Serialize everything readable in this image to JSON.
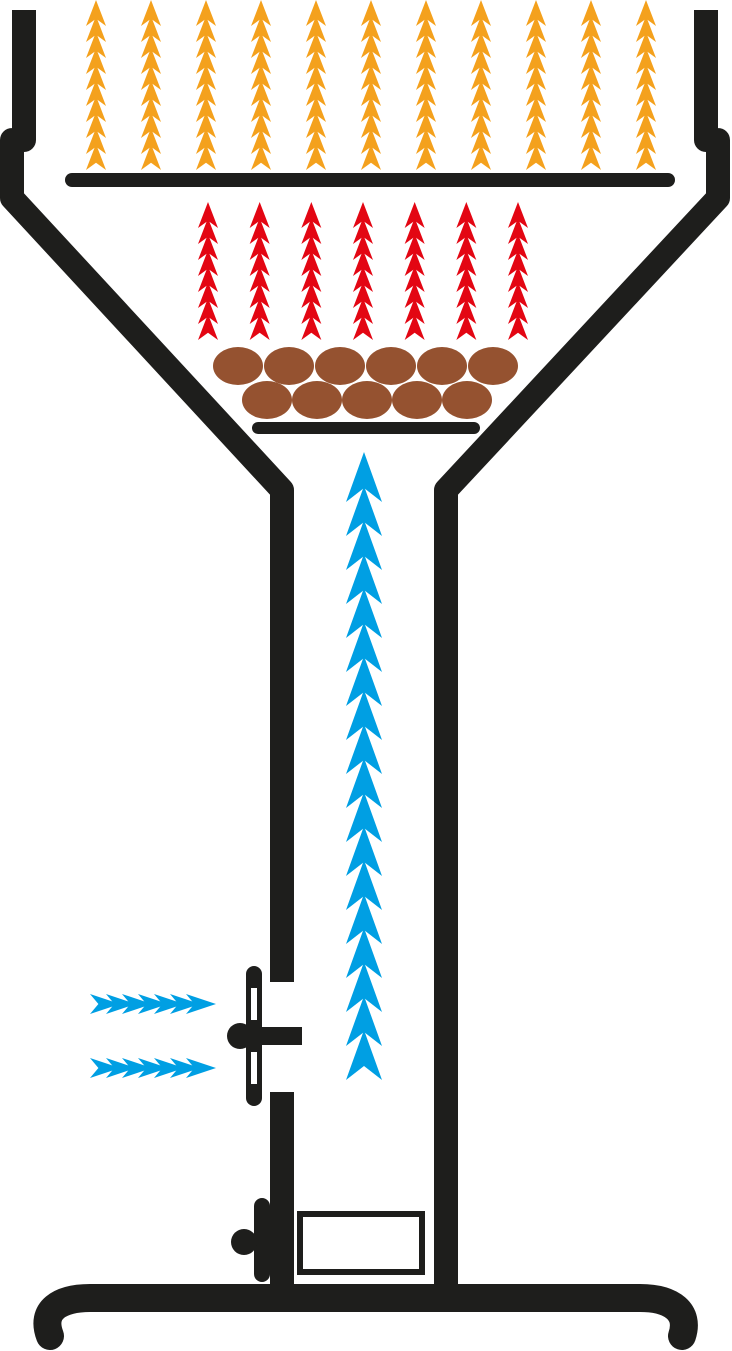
{
  "diagram": {
    "subject": "charcoal-grill-airflow",
    "colors": {
      "structure": "#1e1e1c",
      "hot_air": "#f4a11d",
      "heat": "#e30613",
      "fresh_air": "#009fe3",
      "coal": "#955230",
      "background": "#ffffff"
    },
    "flows": {
      "hot_air_columns": 11,
      "heat_columns": 7,
      "fresh_air_inlet_columns": 1,
      "side_intake_rows": 2
    },
    "coal_bed": {
      "top_row": 6,
      "bottom_row": 5
    },
    "icons": [
      "air-intake-damper-icon",
      "ash-drawer-icon",
      "coal-grate-icon",
      "cooking-grate-icon"
    ]
  }
}
